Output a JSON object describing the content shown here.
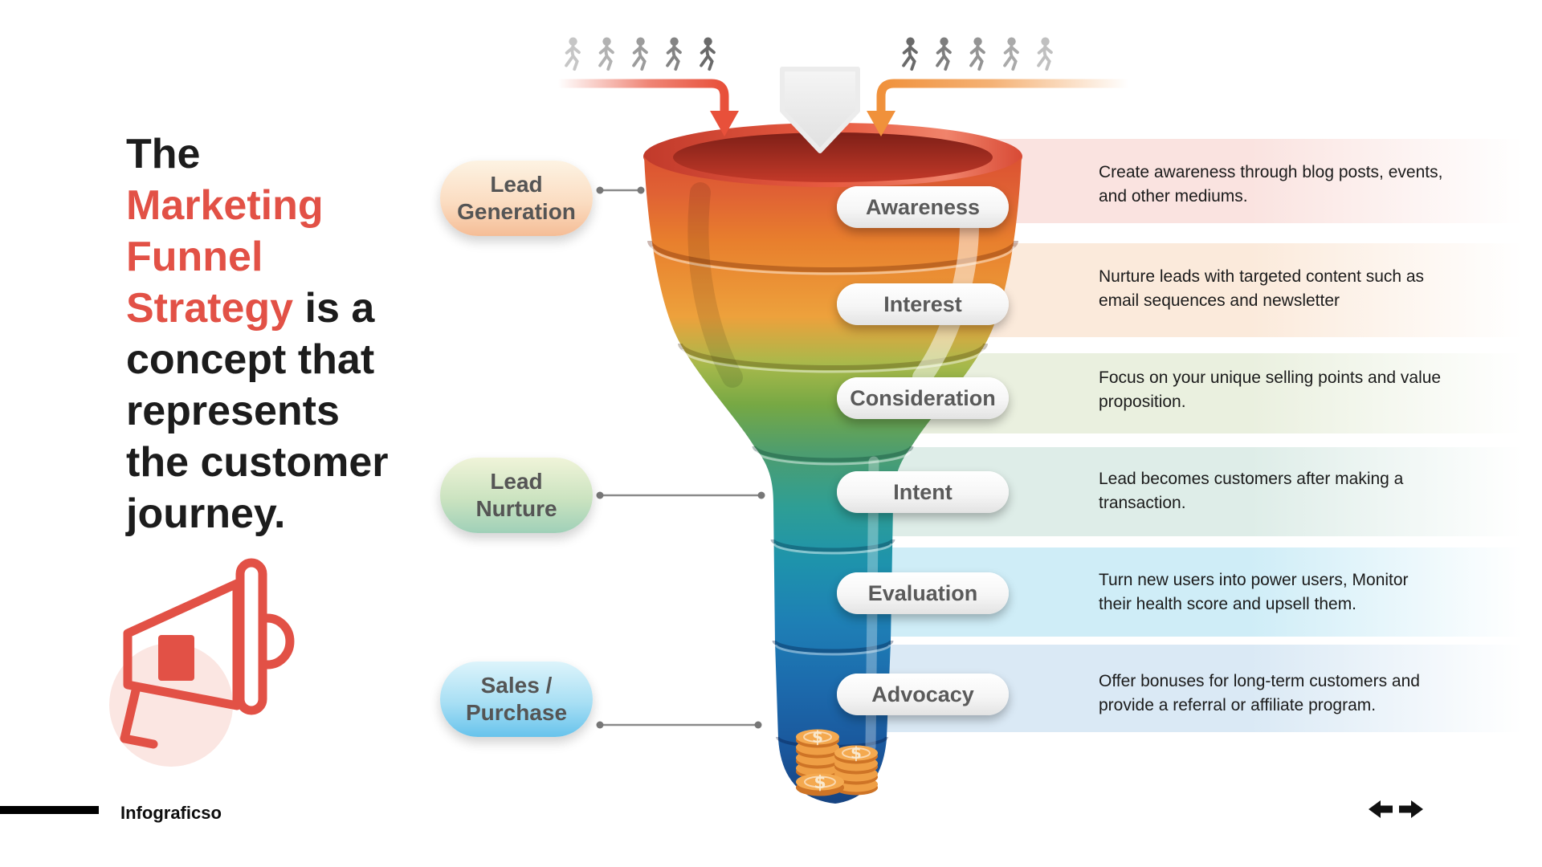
{
  "title": {
    "part1": "The\n",
    "part2": "Marketing\nFunnel\nStrategy",
    "part3": " is a\nconcept that\nrepresents\nthe customer\njourney."
  },
  "side_labels": [
    {
      "label": "Lead\nGeneration"
    },
    {
      "label": "Lead\nNurture"
    },
    {
      "label": "Sales /\nPurchase"
    }
  ],
  "stages": [
    {
      "label": "Awareness",
      "description": "Create awareness through blog posts, events,\nand other mediums."
    },
    {
      "label": "Interest",
      "description": "Nurture leads with targeted content such as\nemail sequences and newsletter"
    },
    {
      "label": "Consideration",
      "description": "Focus on your unique selling points and value\nproposition."
    },
    {
      "label": "Intent",
      "description": "Lead becomes customers after making a\ntransaction."
    },
    {
      "label": "Evaluation",
      "description": "Turn new users into power users, Monitor\ntheir health score and upsell them."
    },
    {
      "label": "Advocacy",
      "description": "Offer bonuses for long-term customers and\nprovide a referral or affiliate program."
    }
  ],
  "top_flow": {
    "left_people_count": 5,
    "right_people_count": 5,
    "left_arrow_color": "#E8503A",
    "right_arrow_color": "#F0913B"
  },
  "footer": {
    "brand": "Infograficso"
  },
  "colors": {
    "accent_red": "#E25146",
    "funnel_top": "#D8452F",
    "funnel_orange": "#E87F2D",
    "funnel_green": "#76A844",
    "funnel_teal": "#2E9E95",
    "funnel_blue": "#1E7FB5",
    "funnel_navy": "#16427F",
    "coin_orange": "#EF9F45",
    "band_tints": [
      "#FAE3E0",
      "#FBEADB",
      "#EAF0DF",
      "#DEEDE8",
      "#CFEDF7",
      "#DAE9F5"
    ],
    "stage_text": "#5a5a5a"
  }
}
